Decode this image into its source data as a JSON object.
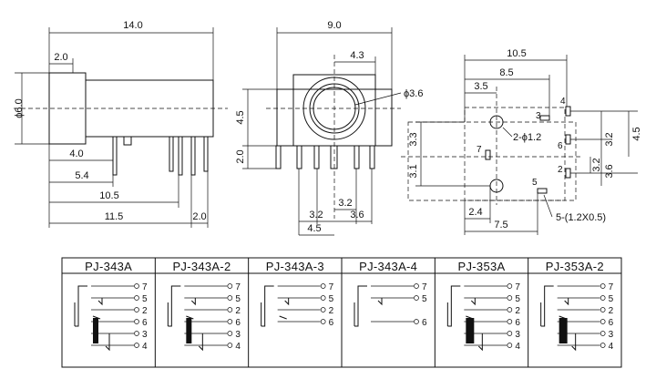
{
  "side_view": {
    "dims": {
      "overall_length": "14.0",
      "front_step": "2.0",
      "diameter": "ϕ6.0",
      "pin_a": "4.0",
      "pin_b": "5.4",
      "pin_c": "10.5",
      "pin_d": "11.5",
      "pin_e": "2.0"
    }
  },
  "front_view": {
    "dims": {
      "width": "9.0",
      "half_width": "4.3",
      "hole_diameter": "ϕ3.6",
      "center_height": "4.5",
      "pin_length": "2.0",
      "pin_pitch_a": "3.2",
      "pin_pitch_b": "3.2",
      "pin_pitch_c": "3.6",
      "bottom_width": "4.5"
    }
  },
  "footprint": {
    "dims": {
      "top_a": "10.5",
      "top_b": "8.5",
      "top_c": "3.5",
      "left_a": "3.3",
      "left_b": "3.1",
      "right_a": "3.2",
      "right_b": "4.5",
      "right_c": "3.2",
      "right_d": "3.6",
      "bottom_a": "2.4",
      "bottom_b": "7.5",
      "hole_note": "2-ϕ1.2",
      "slot_note": "5-(1.2X0.5)"
    },
    "pins": [
      "4",
      "3",
      "6",
      "7",
      "2",
      "5"
    ]
  },
  "schematic_table": {
    "models": [
      {
        "name": "PJ-343A",
        "pins": [
          "7",
          "5",
          "2",
          "6",
          "3",
          "4"
        ]
      },
      {
        "name": "PJ-343A-2",
        "pins": [
          "7",
          "5",
          "2",
          "6",
          "3",
          "4"
        ]
      },
      {
        "name": "PJ-343A-3",
        "pins": [
          "7",
          "5",
          "2",
          "6"
        ]
      },
      {
        "name": "PJ-343A-4",
        "pins": [
          "7",
          "5",
          "6"
        ]
      },
      {
        "name": "PJ-353A",
        "pins": [
          "7",
          "5",
          "2",
          "6",
          "3",
          "4"
        ]
      },
      {
        "name": "PJ-353A-2",
        "pins": [
          "7",
          "5",
          "2",
          "6",
          "3",
          "4"
        ]
      }
    ]
  }
}
